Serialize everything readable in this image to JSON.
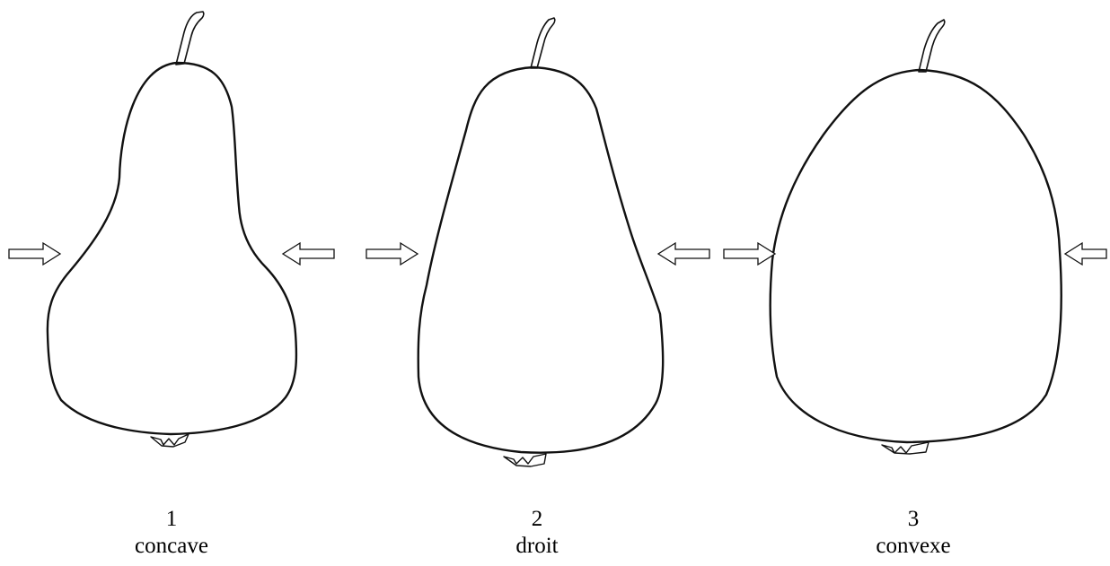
{
  "figures": [
    {
      "number": "1",
      "name": "concave"
    },
    {
      "number": "2",
      "name": "droit"
    },
    {
      "number": "3",
      "name": "convexe"
    }
  ]
}
